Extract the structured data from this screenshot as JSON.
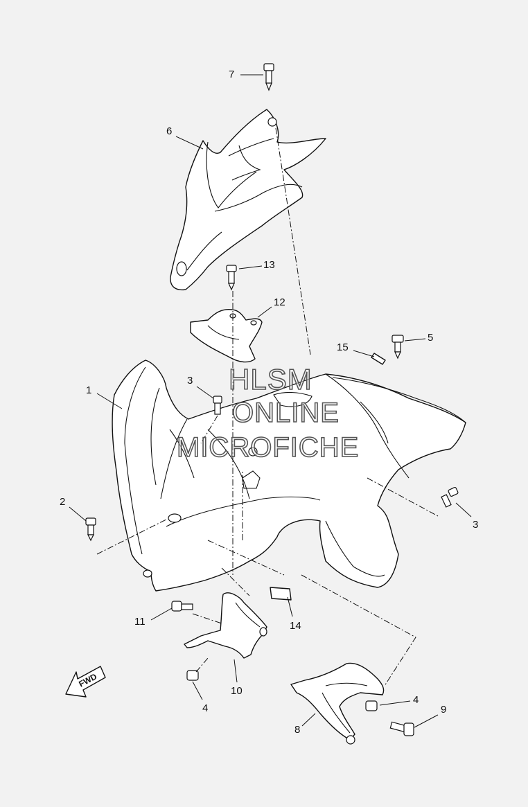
{
  "diagram": {
    "callouts": {
      "c1": "1",
      "c2": "2",
      "c3a": "3",
      "c3b": "3",
      "c4a": "4",
      "c4b": "4",
      "c5": "5",
      "c6": "6",
      "c7": "7",
      "c8": "8",
      "c9": "9",
      "c10": "10",
      "c11": "11",
      "c12": "12",
      "c13": "13",
      "c14": "14",
      "c15": "15"
    },
    "fwd_arrow_label": "FWD",
    "watermark": {
      "line1": "HLSM",
      "line2": "ONLINE",
      "line3": "MICROFICHE"
    }
  },
  "colors": {
    "background": "#f2f2f2",
    "line": "#111111",
    "part_fill": "#ffffff"
  }
}
